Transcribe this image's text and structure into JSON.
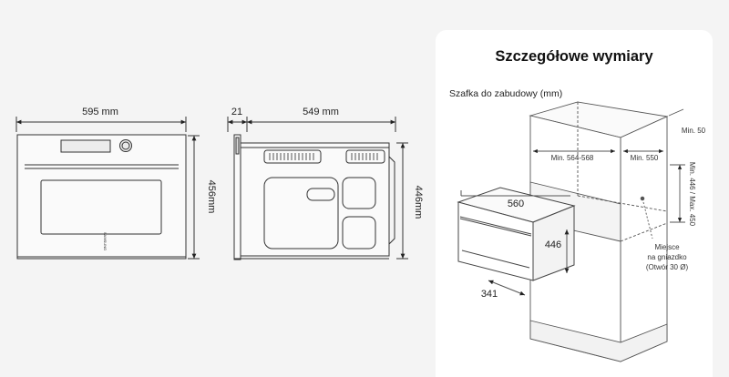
{
  "colors": {
    "background": "#f4f4f4",
    "card": "#ffffff",
    "line": "#444444"
  },
  "front_view": {
    "width_label": "595 mm",
    "height_label": "456mm",
    "brand": "SAMSUNG"
  },
  "side_view": {
    "depth_label": "549 mm",
    "offset_label": "21",
    "height_label": "446mm"
  },
  "panel": {
    "title": "Szczegółowe wymiary",
    "subtitle": "Szafka do zabudowy (mm)",
    "cabinet": {
      "depth_min": "Min. 564-568",
      "width_min": "Min. 550",
      "top_clearance": "Min. 50",
      "opening_height": "Min. 446 / Max. 450",
      "socket_line1": "Miejsce",
      "socket_line2": "na gniazdko",
      "socket_line3": "(Otwór 30 Ø)"
    },
    "oven": {
      "width": "560",
      "height": "446",
      "depth": "341"
    }
  }
}
